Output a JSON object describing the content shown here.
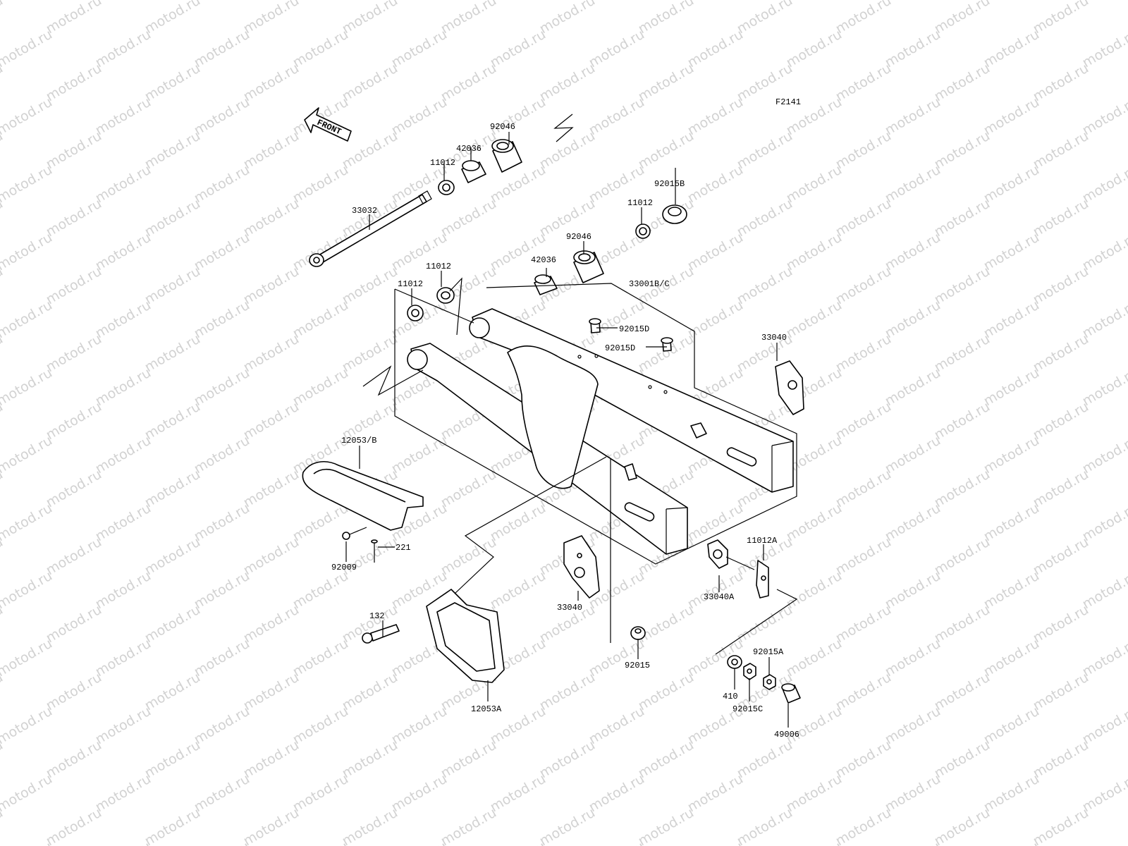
{
  "diagram_code": "F2141",
  "front_marker": "FRONT",
  "watermark_text": "motod.ru",
  "labels": {
    "p92046_top": "92046",
    "p42036_top": "42036",
    "p11012_top": "11012",
    "p33032": "33032",
    "p92015B": "92015B",
    "p11012_right": "11012",
    "p92046_mid": "92046",
    "p42036_mid": "42036",
    "p11012_mid": "11012",
    "p11012_left": "11012",
    "p33001": "33001B/C",
    "p92015D_a": "92015D",
    "p92015D_b": "92015D",
    "p33040_right": "33040",
    "p12053B": "12053/B",
    "p92009": "92009",
    "p221": "221",
    "p11012A": "11012A",
    "p33040A": "33040A",
    "p33040_center": "33040",
    "p132": "132",
    "p92015": "92015",
    "p92015A": "92015A",
    "p410": "410",
    "p92015C": "92015C",
    "p49006": "49006",
    "p12053A": "12053A"
  }
}
